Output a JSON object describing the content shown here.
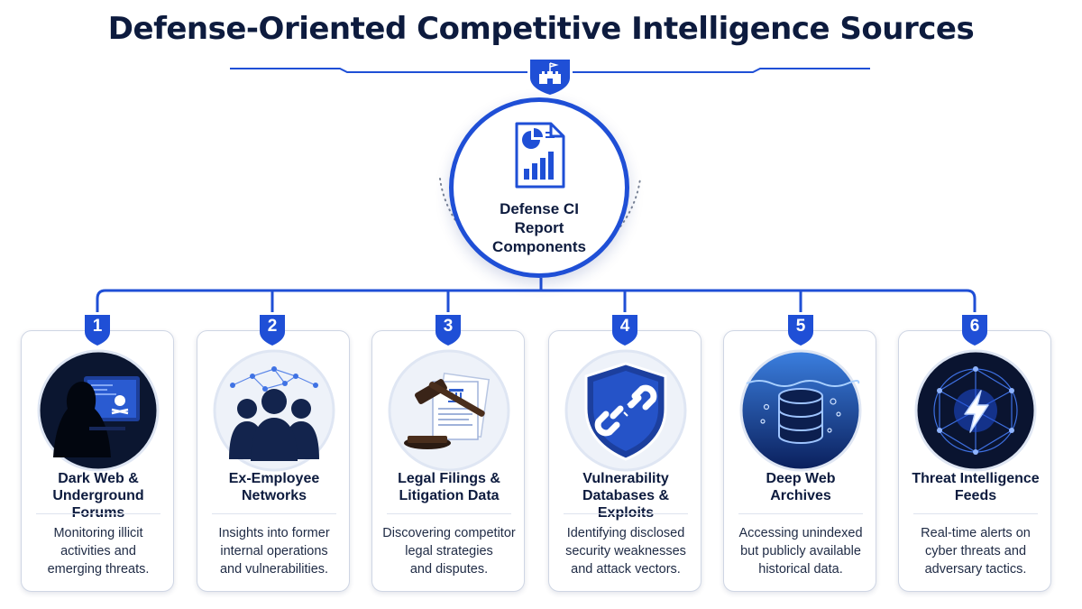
{
  "title": "Defense-Oriented Competitive Intelligence Sources",
  "title_icon": "castle-shield-icon",
  "hub": {
    "label_lines": [
      "Defense CI",
      "Report",
      "Components"
    ],
    "icon": "report-document-icon"
  },
  "colors": {
    "primary": "#1f4fd6",
    "navy": "#0d1b3e",
    "card_border": "#cfd6e4"
  },
  "cards": [
    {
      "number": "1",
      "title_lines": [
        "Dark Web &",
        "Underground Forums"
      ],
      "desc_lines": [
        "Monitoring illicit",
        "activities and",
        "emerging threats."
      ],
      "icon": "hooded-hacker-skull-icon"
    },
    {
      "number": "2",
      "title_lines": [
        "Ex-Employee",
        "Networks"
      ],
      "desc_lines": [
        "Insights into former",
        "internal operations",
        "and vulnerabilities."
      ],
      "icon": "people-network-icon"
    },
    {
      "number": "3",
      "title_lines": [
        "Legal Filings &",
        "Litigation Data"
      ],
      "desc_lines": [
        "Discovering competitor",
        "legal strategies",
        "and disputes."
      ],
      "icon": "gavel-documents-icon"
    },
    {
      "number": "4",
      "title_lines": [
        "Vulnerability",
        "Databases & Exploits"
      ],
      "desc_lines": [
        "Identifying disclosed",
        "security weaknesses",
        "and attack vectors."
      ],
      "icon": "broken-chain-shield-icon"
    },
    {
      "number": "5",
      "title_lines": [
        "Deep Web",
        "Archives"
      ],
      "desc_lines": [
        "Accessing unindexed",
        "but publicly available",
        "historical data."
      ],
      "icon": "underwater-database-icon"
    },
    {
      "number": "6",
      "title_lines": [
        "Threat Intelligence",
        "Feeds"
      ],
      "desc_lines": [
        "Real-time alerts on",
        "cyber threats and",
        "adversary tactics."
      ],
      "icon": "lightning-network-icon"
    }
  ]
}
